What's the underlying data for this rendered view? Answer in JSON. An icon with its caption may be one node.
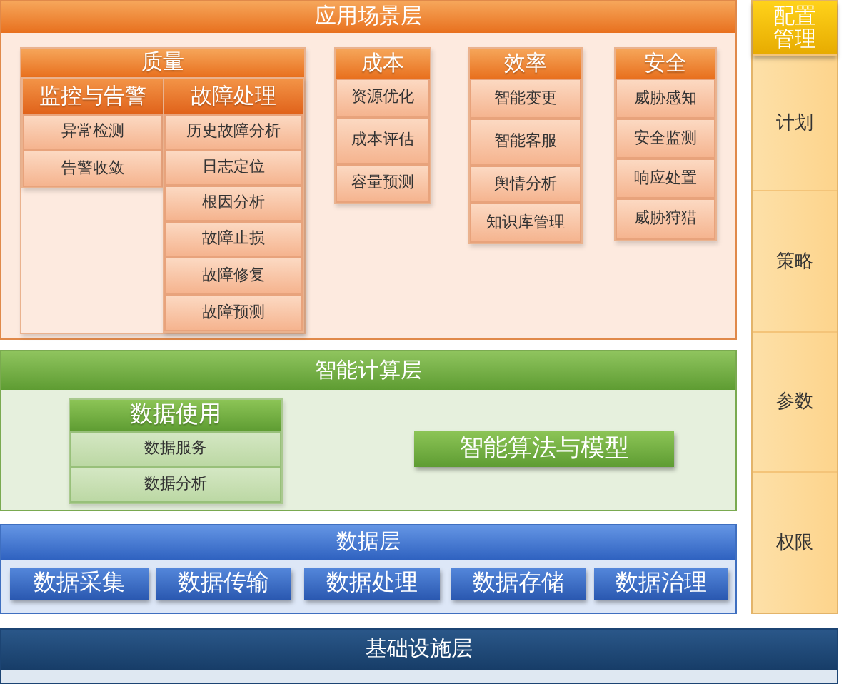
{
  "diagram": {
    "nodes": [
      {
        "text": [
          "应用场景层"
        ]
      },
      {
        "text": [
          "质量"
        ],
        "in": 0
      },
      {
        "text": [
          "监控与告警"
        ],
        "in": 1
      },
      {
        "text": [
          "异常检测"
        ],
        "in": 2
      },
      {
        "text": [
          "告警收敛"
        ],
        "in": 2
      },
      {
        "text": [
          "故障处理"
        ],
        "in": 1
      },
      {
        "text": [
          "历史故障分析"
        ],
        "in": 5
      },
      {
        "text": [
          "日志定位"
        ],
        "in": 5
      },
      {
        "text": [
          "根因分析"
        ],
        "in": 5
      },
      {
        "text": [
          "故障止损"
        ],
        "in": 5
      },
      {
        "text": [
          "故障修复"
        ],
        "in": 5
      },
      {
        "text": [
          "故障预测"
        ],
        "in": 5
      },
      {
        "text": [
          "成本"
        ],
        "in": 0
      },
      {
        "text": [
          "资源优化"
        ],
        "in": 12
      },
      {
        "text": [
          "成本评估"
        ],
        "in": 12
      },
      {
        "text": [
          "容量预测"
        ],
        "in": 12
      },
      {
        "text": [
          "效率"
        ],
        "in": 0
      },
      {
        "text": [
          "智能变更"
        ],
        "in": 16
      },
      {
        "text": [
          "智能客服"
        ],
        "in": 16
      },
      {
        "text": [
          "舆情分析"
        ],
        "in": 16
      },
      {
        "text": [
          "知识库管理"
        ],
        "in": 16
      },
      {
        "text": [
          "安全"
        ],
        "in": 0
      },
      {
        "text": [
          "威胁感知"
        ],
        "in": 21
      },
      {
        "text": [
          "安全监测"
        ],
        "in": 21
      },
      {
        "text": [
          "响应处置"
        ],
        "in": 21
      },
      {
        "text": [
          "威胁狩猎"
        ],
        "in": 21
      },
      {
        "text": [
          "配置管理"
        ]
      },
      {
        "text": [
          "计划"
        ],
        "in": 26
      },
      {
        "text": [
          "策略"
        ],
        "in": 26
      },
      {
        "text": [
          "参数"
        ],
        "in": 26
      },
      {
        "text": [
          "权限"
        ],
        "in": 26
      },
      {
        "text": [
          "智能计算层"
        ]
      },
      {
        "text": [
          "数据使用"
        ],
        "in": 31
      },
      {
        "text": [
          "数据服务"
        ],
        "in": 32
      },
      {
        "text": [
          "数据分析"
        ],
        "in": 32
      },
      {
        "text": [
          "智能算法与模型"
        ],
        "in": 31
      },
      {
        "text": [
          "数据层"
        ]
      },
      {
        "text": [
          "数据采集"
        ],
        "in": 36
      },
      {
        "text": [
          "数据传输"
        ],
        "in": 36
      },
      {
        "text": [
          "数据处理"
        ],
        "in": 36
      },
      {
        "text": [
          "数据存储"
        ],
        "in": 36
      },
      {
        "text": [
          "数据治理"
        ],
        "in": 36
      },
      {
        "text": [
          "基础设施层"
        ]
      }
    ]
  }
}
